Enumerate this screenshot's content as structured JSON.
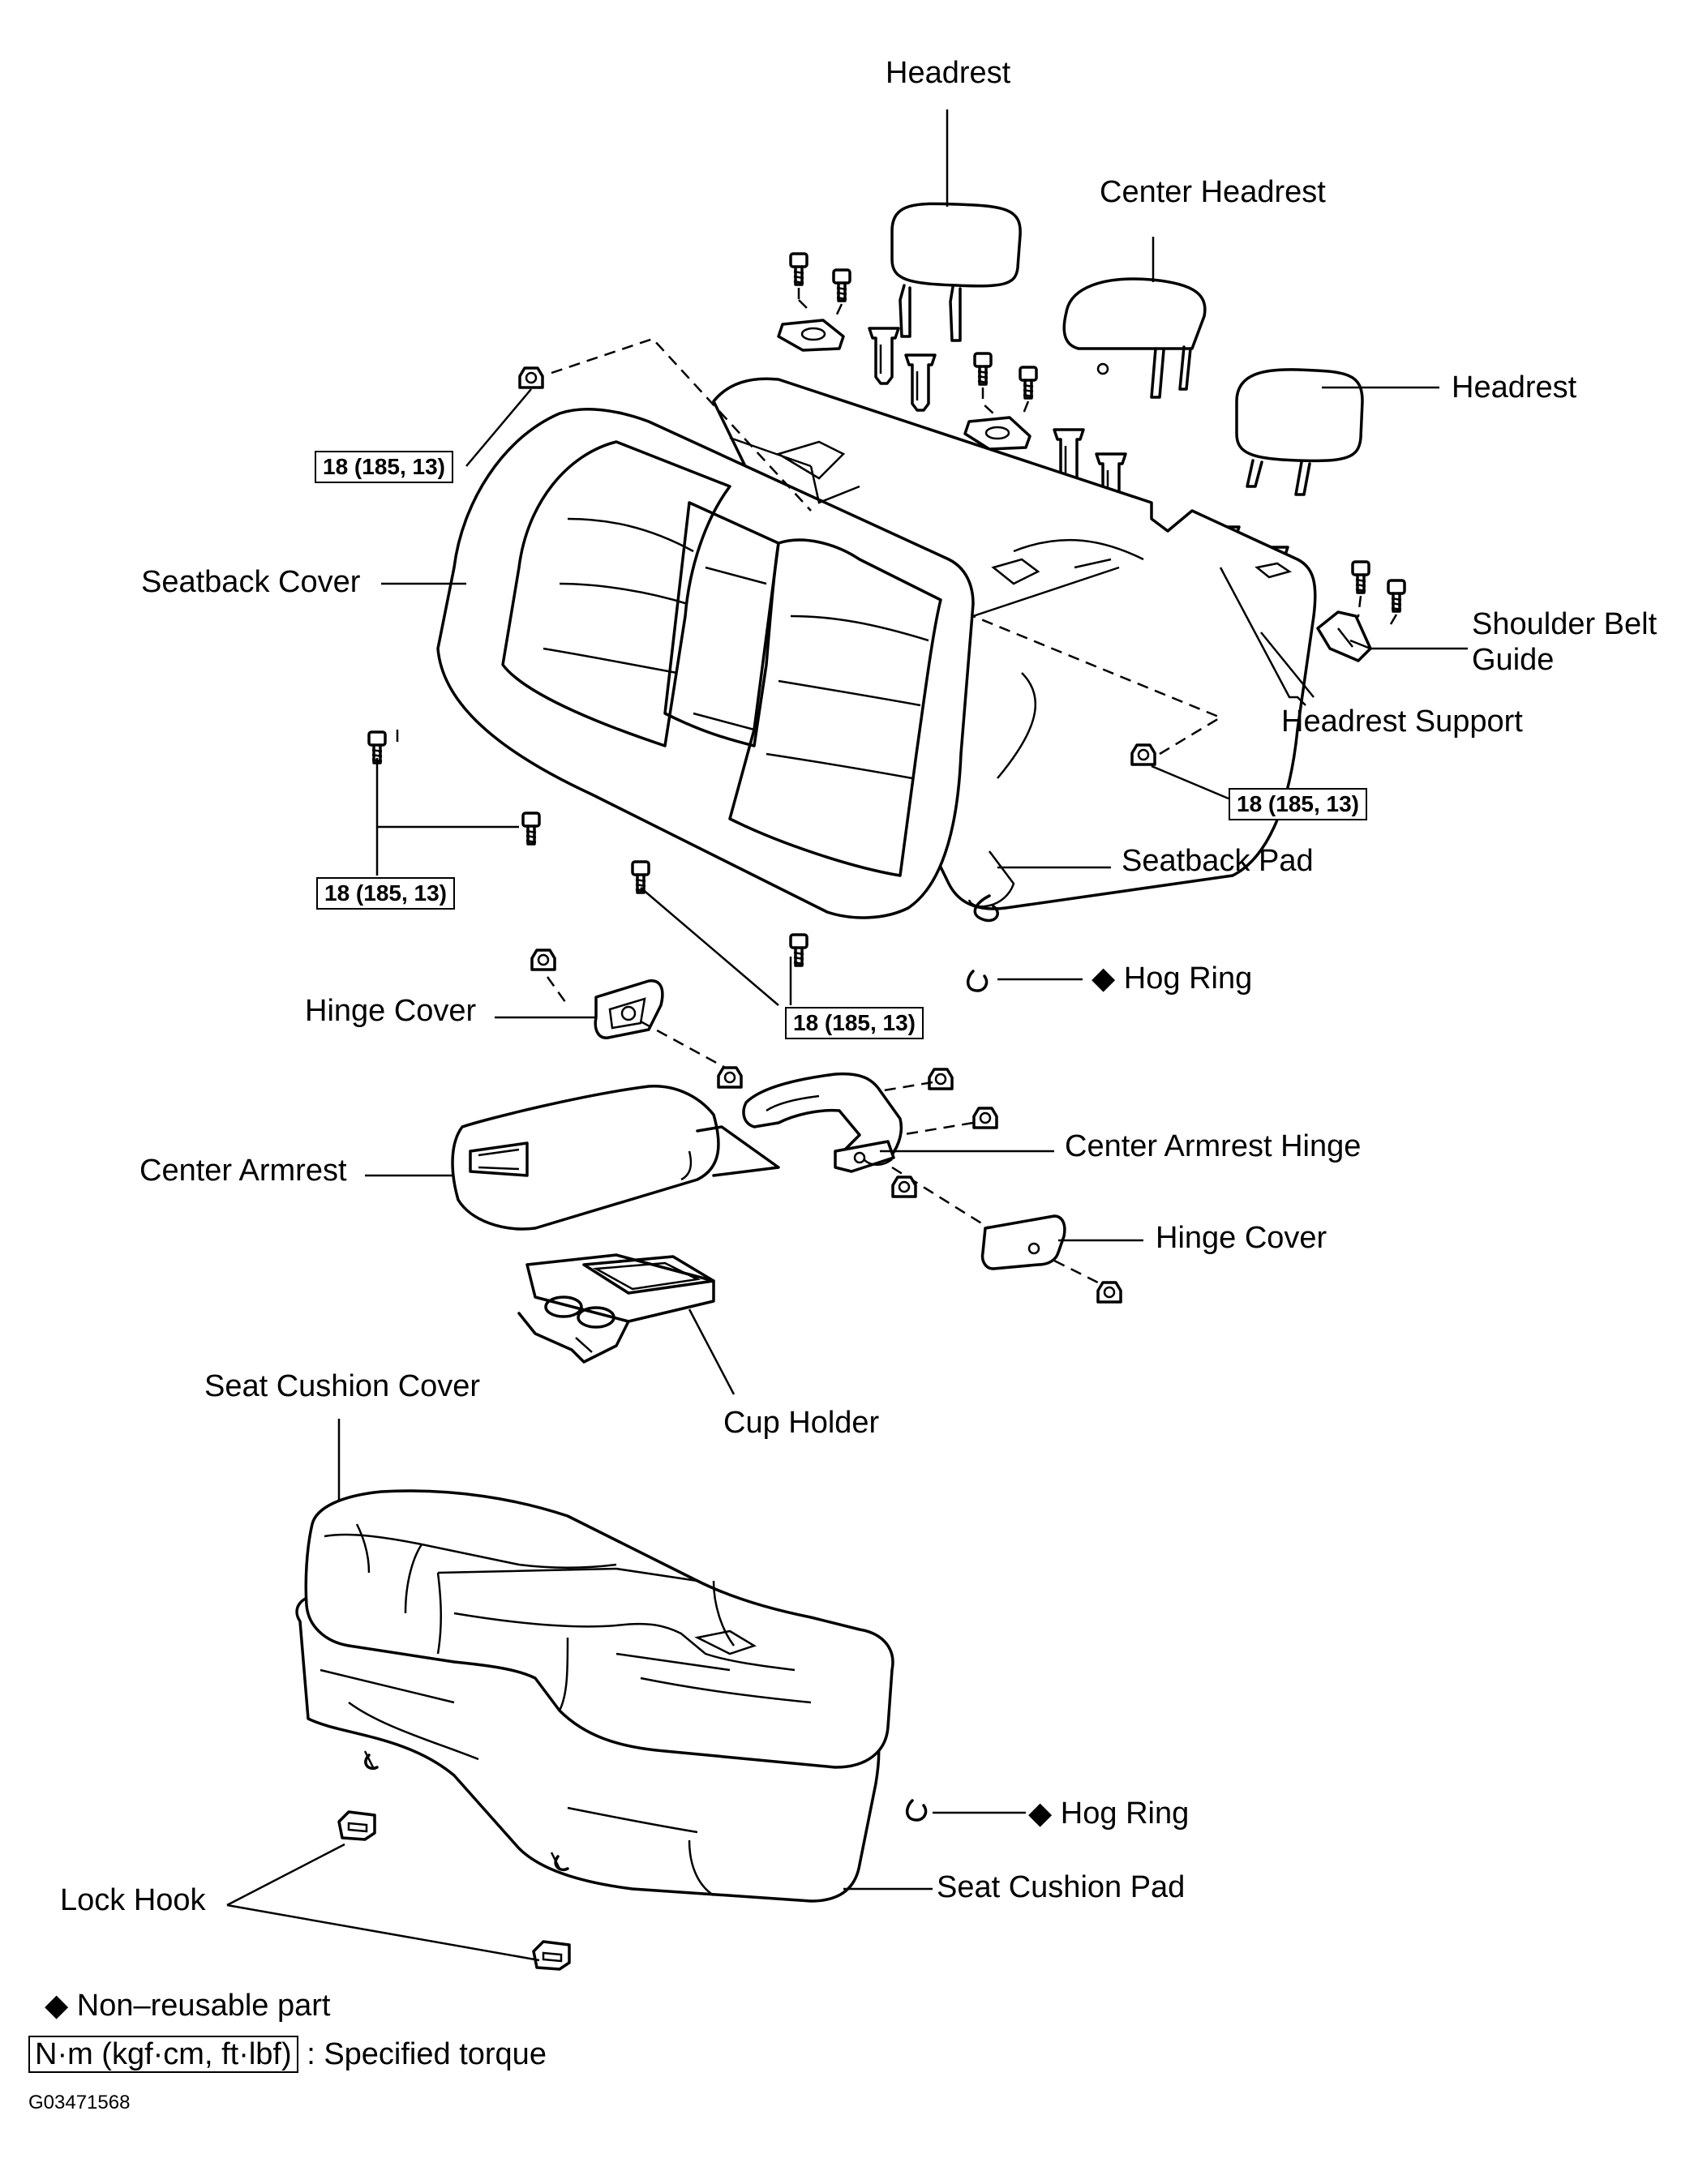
{
  "labels": {
    "headrest_left": "Headrest",
    "center_headrest": "Center Headrest",
    "headrest_right": "Headrest",
    "seatback_cover": "Seatback Cover",
    "shoulder_belt_guide": "Shoulder Belt Guide",
    "headrest_support": "Headrest Support",
    "seatback_pad": "Seatback Pad",
    "hog_ring_upper": "Hog Ring",
    "hinge_cover_left": "Hinge Cover",
    "center_armrest_hinge": "Center Armrest Hinge",
    "center_armrest": "Center Armrest",
    "hinge_cover_right": "Hinge Cover",
    "cup_holder": "Cup Holder",
    "seat_cushion_cover": "Seat Cushion Cover",
    "hog_ring_lower": "Hog Ring",
    "seat_cushion_pad": "Seat Cushion Pad",
    "lock_hook": "Lock Hook"
  },
  "torque_spec": "18 (185, 13)",
  "legend": {
    "non_reusable_symbol": "◆",
    "non_reusable_text": "Non–reusable part",
    "torque_units": "N·m (kgf·cm, ft·lbf)",
    "torque_text": ": Specified torque"
  },
  "figure_code": "G03471568"
}
